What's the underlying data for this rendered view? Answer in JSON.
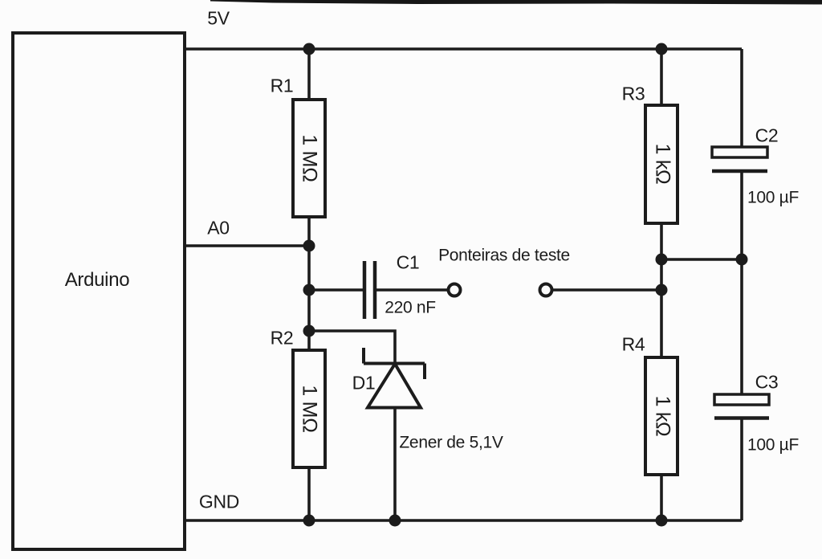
{
  "diagram_type": "circuit-schematic",
  "colors": {
    "line": "#1c1c1c",
    "background": "#fcfcfc"
  },
  "arduino": {
    "label": "Arduino",
    "pins": {
      "v5": "5V",
      "a0": "A0",
      "gnd": "GND"
    }
  },
  "components": {
    "r1": {
      "label": "R1",
      "value": "1 MΩ",
      "type": "resistor"
    },
    "r2": {
      "label": "R2",
      "value": "1 MΩ",
      "type": "resistor"
    },
    "r3": {
      "label": "R3",
      "value": "1 kΩ",
      "type": "resistor"
    },
    "r4": {
      "label": "R4",
      "value": "1 kΩ",
      "type": "resistor"
    },
    "c1": {
      "label": "C1",
      "value": "220 nF",
      "type": "capacitor"
    },
    "c2": {
      "label": "C2",
      "value": "100 µF",
      "type": "polarized-capacitor"
    },
    "c3": {
      "label": "C3",
      "value": "100 µF",
      "type": "polarized-capacitor"
    },
    "d1": {
      "label": "D1",
      "value": "Zener de 5,1V",
      "type": "zener-diode"
    }
  },
  "annotations": {
    "probes": "Ponteiras de teste"
  }
}
